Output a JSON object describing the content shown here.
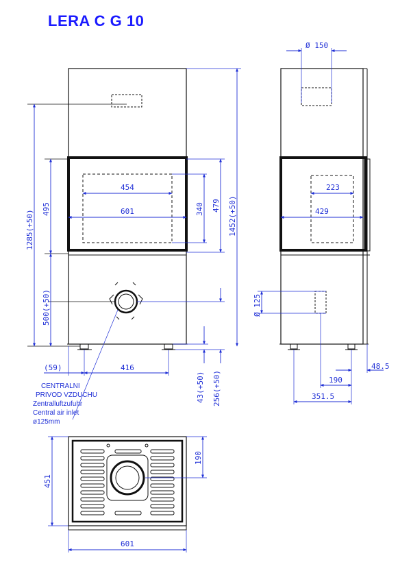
{
  "title": "LERA C G 10",
  "colors": {
    "dimension": "#1f2fd6",
    "outline": "#111111",
    "title": "#1a1aff"
  },
  "dims": {
    "front_h1": "1285(+50)",
    "front_h2": "495",
    "front_h3": "500(+50)",
    "front_total": "1452(+50)",
    "front_glass_h": "479",
    "front_inner_h": "340",
    "front_inner_w1": "454",
    "front_inner_w2": "601",
    "front_offset": "(59)",
    "front_inlet_x": "416",
    "front_feet1": "43(+50)",
    "front_feet2": "256(+50)",
    "side_flue": "Ø 150",
    "side_w1": "223",
    "side_w2": "429",
    "side_inlet": "Ø 125",
    "side_190": "190",
    "side_48": "48.5",
    "side_351": "351.5",
    "plan_h": "451",
    "plan_190": "190",
    "plan_w": "601"
  },
  "note": {
    "line1": "CENTRALNI",
    "line2": "PRIVOD VZDUCHU",
    "line3": "Zentralluftzufuhr",
    "line4": "Central air inlet",
    "line5": "ø125mm"
  }
}
